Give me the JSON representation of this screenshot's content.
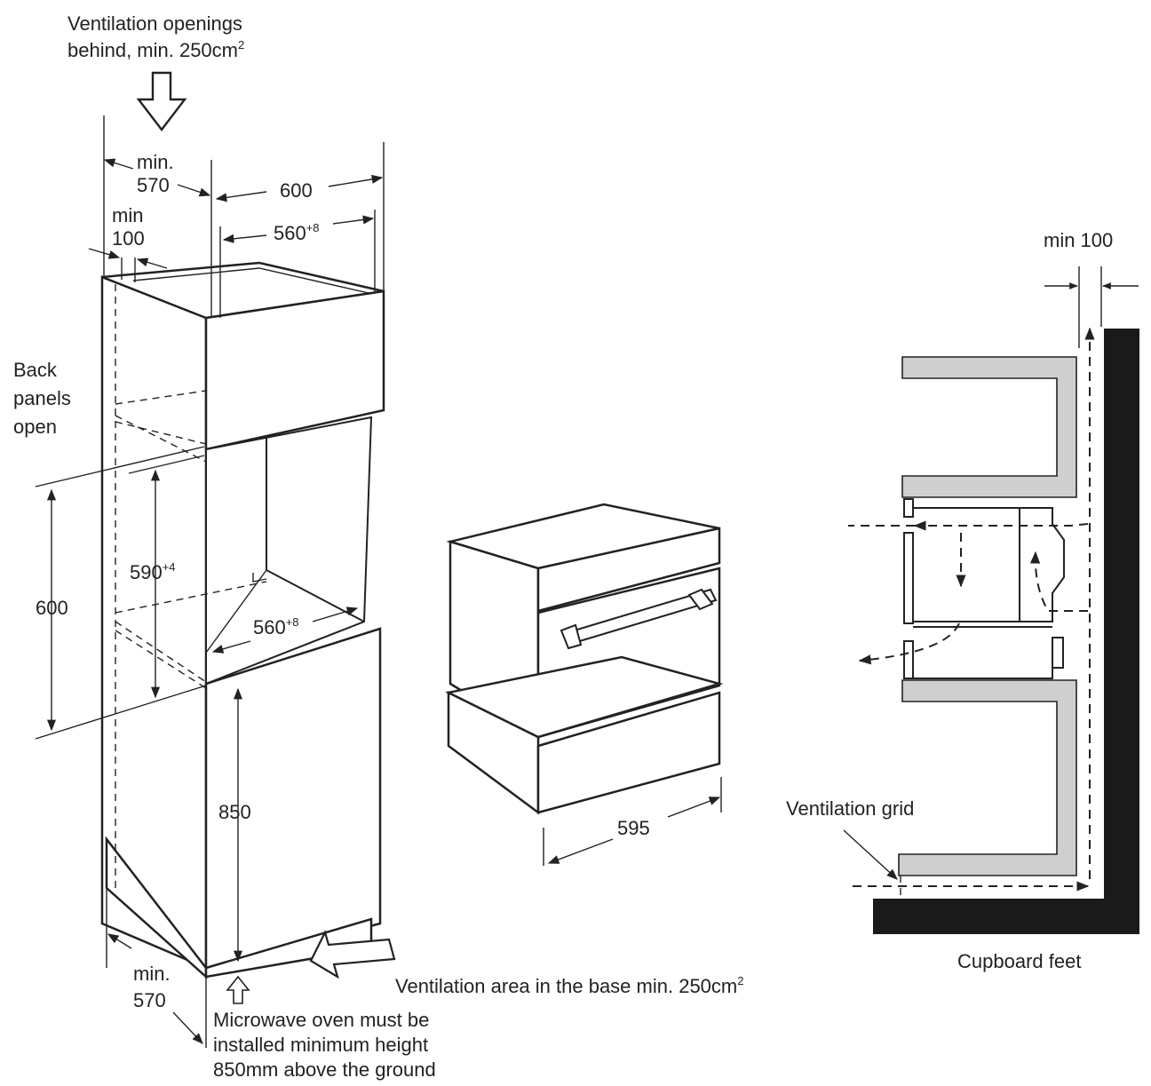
{
  "labels": {
    "vent_top_line1": "Ventilation openings",
    "vent_top_line2": "behind, min. 250cm",
    "vent_top_sup": "2",
    "min570_top_a": "min.",
    "min570_top_b": "570",
    "dim600_top": "600",
    "min100_a": "min",
    "min100_b": "100",
    "dim560_top": "560",
    "dim560_top_sup": "+8",
    "back_panels_1": "Back",
    "back_panels_2": "panels",
    "back_panels_3": "open",
    "dim600_side": "600",
    "dim590": "590",
    "dim590_sup": "+4",
    "dim560_inner": "560",
    "dim560_inner_sup": "+8",
    "dim850": "850",
    "min570_bot_a": "min.",
    "min570_bot_b": "570",
    "install_1": "Microwave oven must be",
    "install_2": "installed minimum height",
    "install_3": "850mm above the ground",
    "vent_base": "Ventilation area in the base min. 250cm",
    "vent_base_sup": "2",
    "dim595": "595",
    "right_min100": "min 100",
    "ventilation_grid": "Ventilation grid",
    "cupboard_feet": "Cupboard feet"
  }
}
